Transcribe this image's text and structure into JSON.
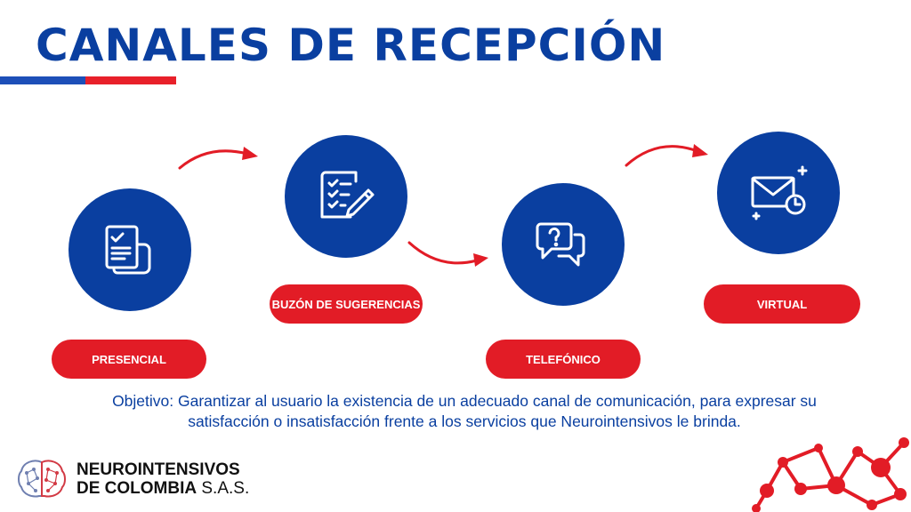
{
  "title": "CANALES DE RECEPCIÓN",
  "channels": [
    {
      "label": "PRESENCIAL",
      "icon": "clipboard-check-icon"
    },
    {
      "label": "BUZÓN DE SUGERENCIAS",
      "icon": "checklist-pencil-icon"
    },
    {
      "label": "TELEFÓNICO",
      "icon": "chat-question-icon"
    },
    {
      "label": "VIRTUAL",
      "icon": "envelope-clock-icon"
    }
  ],
  "objective": "Objetivo: Garantizar al usuario la existencia de un adecuado canal de comunicación, para expresar su satisfacción o insatisfacción frente a los servicios que Neurointensivos le brinda.",
  "logo": {
    "line1": "NEUROINTENSIVOS",
    "line2_bold": "DE COLOMBIA",
    "line2_rest": " S.A.S."
  },
  "colors": {
    "primary_blue": "#0a3fa0",
    "accent_red": "#e21c26"
  }
}
